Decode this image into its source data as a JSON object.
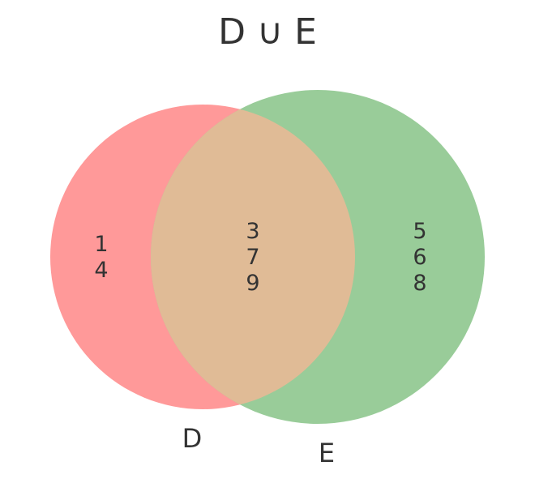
{
  "title": "D ∪ E",
  "colors": {
    "set_d": "#ff9999",
    "set_e": "#99cc99",
    "overlap": "#e0bb96",
    "text": "#333333"
  },
  "sets": {
    "d": {
      "label": "D"
    },
    "e": {
      "label": "E"
    }
  },
  "regions": {
    "d_only": [
      "1",
      "4"
    ],
    "both": [
      "3",
      "7",
      "9"
    ],
    "e_only": [
      "5",
      "6",
      "8"
    ]
  }
}
